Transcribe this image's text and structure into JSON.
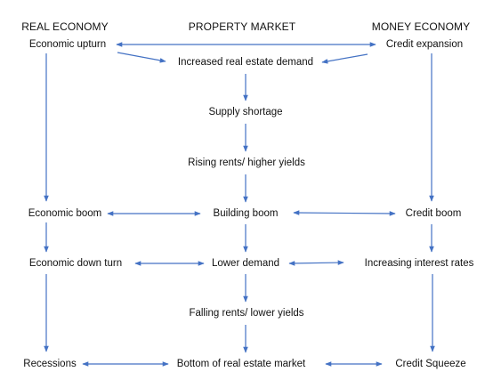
{
  "headers": {
    "real": "REAL ECONOMY",
    "property": "PROPERTY MARKET",
    "money": "MONEY ECONOMY"
  },
  "nodes": {
    "economic_upturn": "Economic upturn",
    "credit_expansion": "Credit expansion",
    "increased_demand": "Increased real estate demand",
    "supply_shortage": "Supply shortage",
    "rising_rents": "Rising rents/ higher yields",
    "economic_boom": "Economic boom",
    "building_boom": "Building boom",
    "credit_boom": "Credit boom",
    "economic_down_turn": "Economic down turn",
    "lower_demand": "Lower demand",
    "increasing_rates": "Increasing interest rates",
    "falling_rents": "Falling rents/ lower yields",
    "recessions": "Recessions",
    "bottom_market": "Bottom of real estate market",
    "credit_squeeze": "Credit Squeeze"
  },
  "edges": [
    {
      "from": "economic_upturn",
      "to": "credit_expansion",
      "bidirectional": true
    },
    {
      "from": "economic_upturn",
      "to": "increased_demand",
      "bidirectional": false
    },
    {
      "from": "credit_expansion",
      "to": "increased_demand",
      "bidirectional": false
    },
    {
      "from": "increased_demand",
      "to": "supply_shortage",
      "bidirectional": false
    },
    {
      "from": "supply_shortage",
      "to": "rising_rents",
      "bidirectional": false
    },
    {
      "from": "rising_rents",
      "to": "building_boom",
      "bidirectional": false
    },
    {
      "from": "economic_upturn",
      "to": "economic_boom",
      "bidirectional": false
    },
    {
      "from": "credit_expansion",
      "to": "credit_boom",
      "bidirectional": false
    },
    {
      "from": "economic_boom",
      "to": "building_boom",
      "bidirectional": true
    },
    {
      "from": "building_boom",
      "to": "credit_boom",
      "bidirectional": true
    },
    {
      "from": "economic_boom",
      "to": "economic_down_turn",
      "bidirectional": false
    },
    {
      "from": "building_boom",
      "to": "lower_demand",
      "bidirectional": false
    },
    {
      "from": "credit_boom",
      "to": "increasing_rates",
      "bidirectional": false
    },
    {
      "from": "economic_down_turn",
      "to": "lower_demand",
      "bidirectional": true
    },
    {
      "from": "lower_demand",
      "to": "increasing_rates",
      "bidirectional": true
    },
    {
      "from": "lower_demand",
      "to": "falling_rents",
      "bidirectional": false
    },
    {
      "from": "falling_rents",
      "to": "bottom_market",
      "bidirectional": false
    },
    {
      "from": "economic_down_turn",
      "to": "recessions",
      "bidirectional": false
    },
    {
      "from": "increasing_rates",
      "to": "credit_squeeze",
      "bidirectional": false
    },
    {
      "from": "recessions",
      "to": "bottom_market",
      "bidirectional": true
    },
    {
      "from": "bottom_market",
      "to": "credit_squeeze",
      "bidirectional": true
    }
  ],
  "arrow_color": "#4472C4",
  "text_color": "#111111"
}
